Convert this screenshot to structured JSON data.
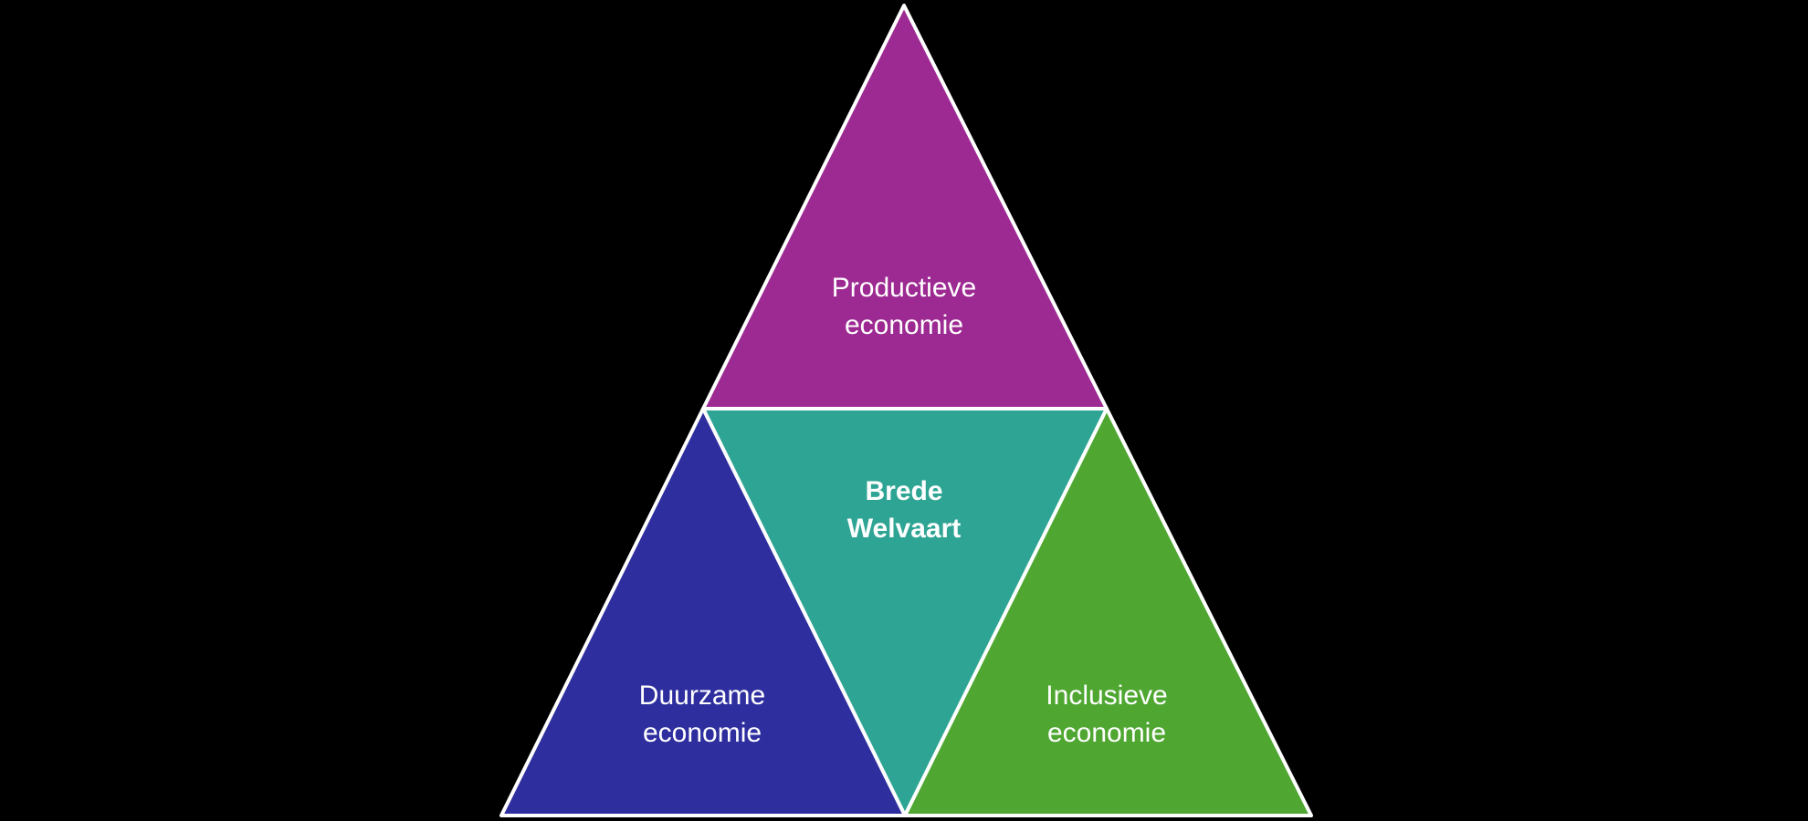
{
  "diagram": {
    "segments": [
      {
        "id": "productive",
        "line1": "Productieve",
        "line2": "economie",
        "color": "#9d2a92"
      },
      {
        "id": "center",
        "line1": "Brede",
        "line2": "Welvaart",
        "color": "#2ea594"
      },
      {
        "id": "sustainable",
        "line1": "Duurzame",
        "line2": "economie",
        "color": "#2e2e9f"
      },
      {
        "id": "inclusive",
        "line1": "Inclusieve",
        "line2": "economie",
        "color": "#4fa732"
      }
    ],
    "stroke_color": "#ffffff",
    "background": "#000000"
  }
}
